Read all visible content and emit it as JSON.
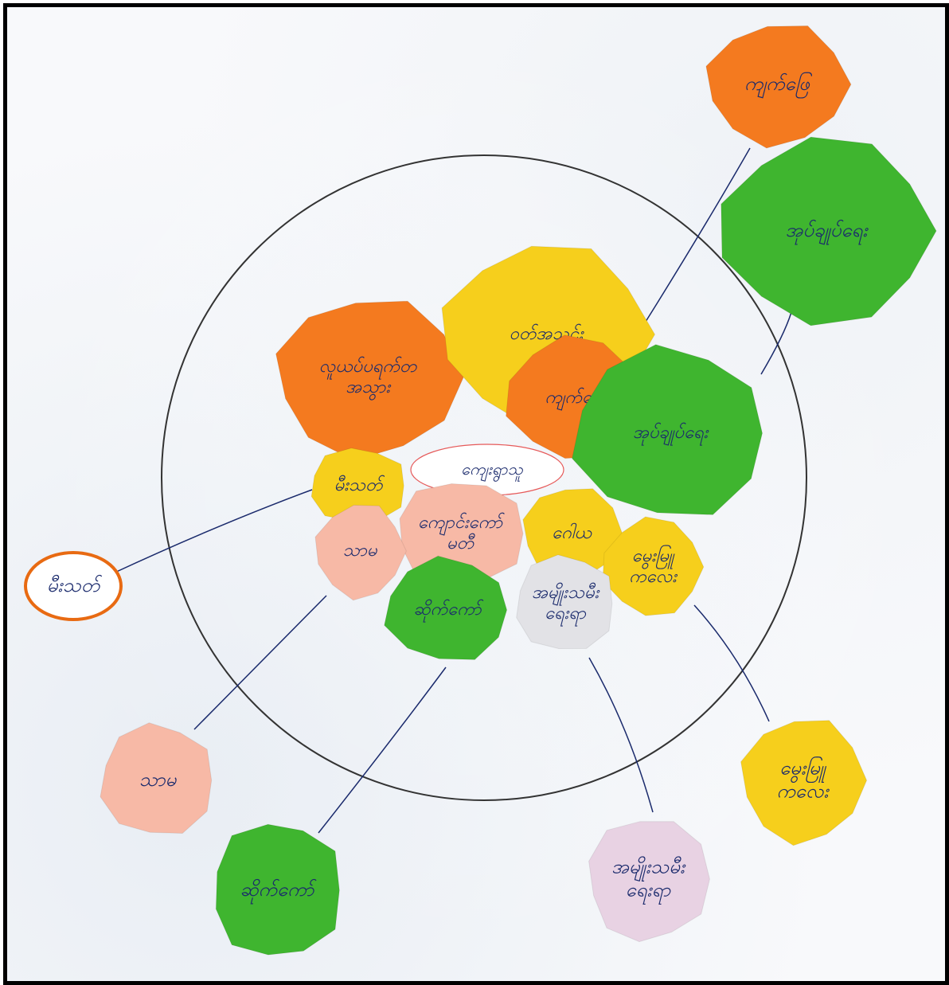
{
  "colors": {
    "orange": "#f47a1f",
    "green": "#3fb52f",
    "yellow": "#f6cf1c",
    "pink": "#f7b9a6",
    "lavender": "#e8d2e3",
    "grey": "#e2e2e6",
    "ink": "#1a2a6c",
    "circle_stroke": "#333333",
    "label_border": "#e86a12"
  },
  "center": {
    "label": "ကျေးရွာသူ"
  },
  "inner_circles": [
    {
      "id": "inner-smoke-orange",
      "label": "လူယပ်ပရက်တ\nအသွား",
      "color": "orange"
    },
    {
      "id": "inner-yellow-top",
      "label": "ဝတ်အသင်း",
      "color": "yellow"
    },
    {
      "id": "inner-orange-small",
      "label": "ကျက်ဖြေ",
      "color": "orange"
    },
    {
      "id": "inner-green-big",
      "label": "အုပ်ချုပ်ရေး",
      "color": "green"
    },
    {
      "id": "inner-yellow-left",
      "label": "မီးသတ်",
      "color": "yellow"
    },
    {
      "id": "inner-pink-school",
      "label": "ကျောင်းကော်\nမတီ",
      "color": "pink"
    },
    {
      "id": "inner-yellow-mid",
      "label": "ဂေါယ",
      "color": "yellow"
    },
    {
      "id": "inner-pink-small",
      "label": "သာမ",
      "color": "pink"
    },
    {
      "id": "inner-yellow-right",
      "label": "မွေးမြူ\nကလေး",
      "color": "yellow"
    },
    {
      "id": "inner-green-bottom",
      "label": "ဆိုက်ကော်",
      "color": "green"
    },
    {
      "id": "inner-grey",
      "label": "အမျိုးသမီး\nရေးရာ",
      "color": "grey"
    }
  ],
  "outer_circles": [
    {
      "id": "outer-orange-top",
      "label": "ကျက်ဖြေ",
      "color": "orange"
    },
    {
      "id": "outer-green-right",
      "label": "အုပ်ချုပ်ရေး",
      "color": "green"
    },
    {
      "id": "outer-fire-label",
      "label": "မီးသတ်",
      "color": "label_border"
    },
    {
      "id": "outer-pink-left",
      "label": "သာမ",
      "color": "pink"
    },
    {
      "id": "outer-green-bottom",
      "label": "ဆိုက်ကော်",
      "color": "green"
    },
    {
      "id": "outer-lavender",
      "label": "အမျိုးသမီး\nရေးရာ",
      "color": "lavender"
    },
    {
      "id": "outer-yellow-right",
      "label": "မွေးမြူ\nကလေး",
      "color": "yellow"
    }
  ]
}
